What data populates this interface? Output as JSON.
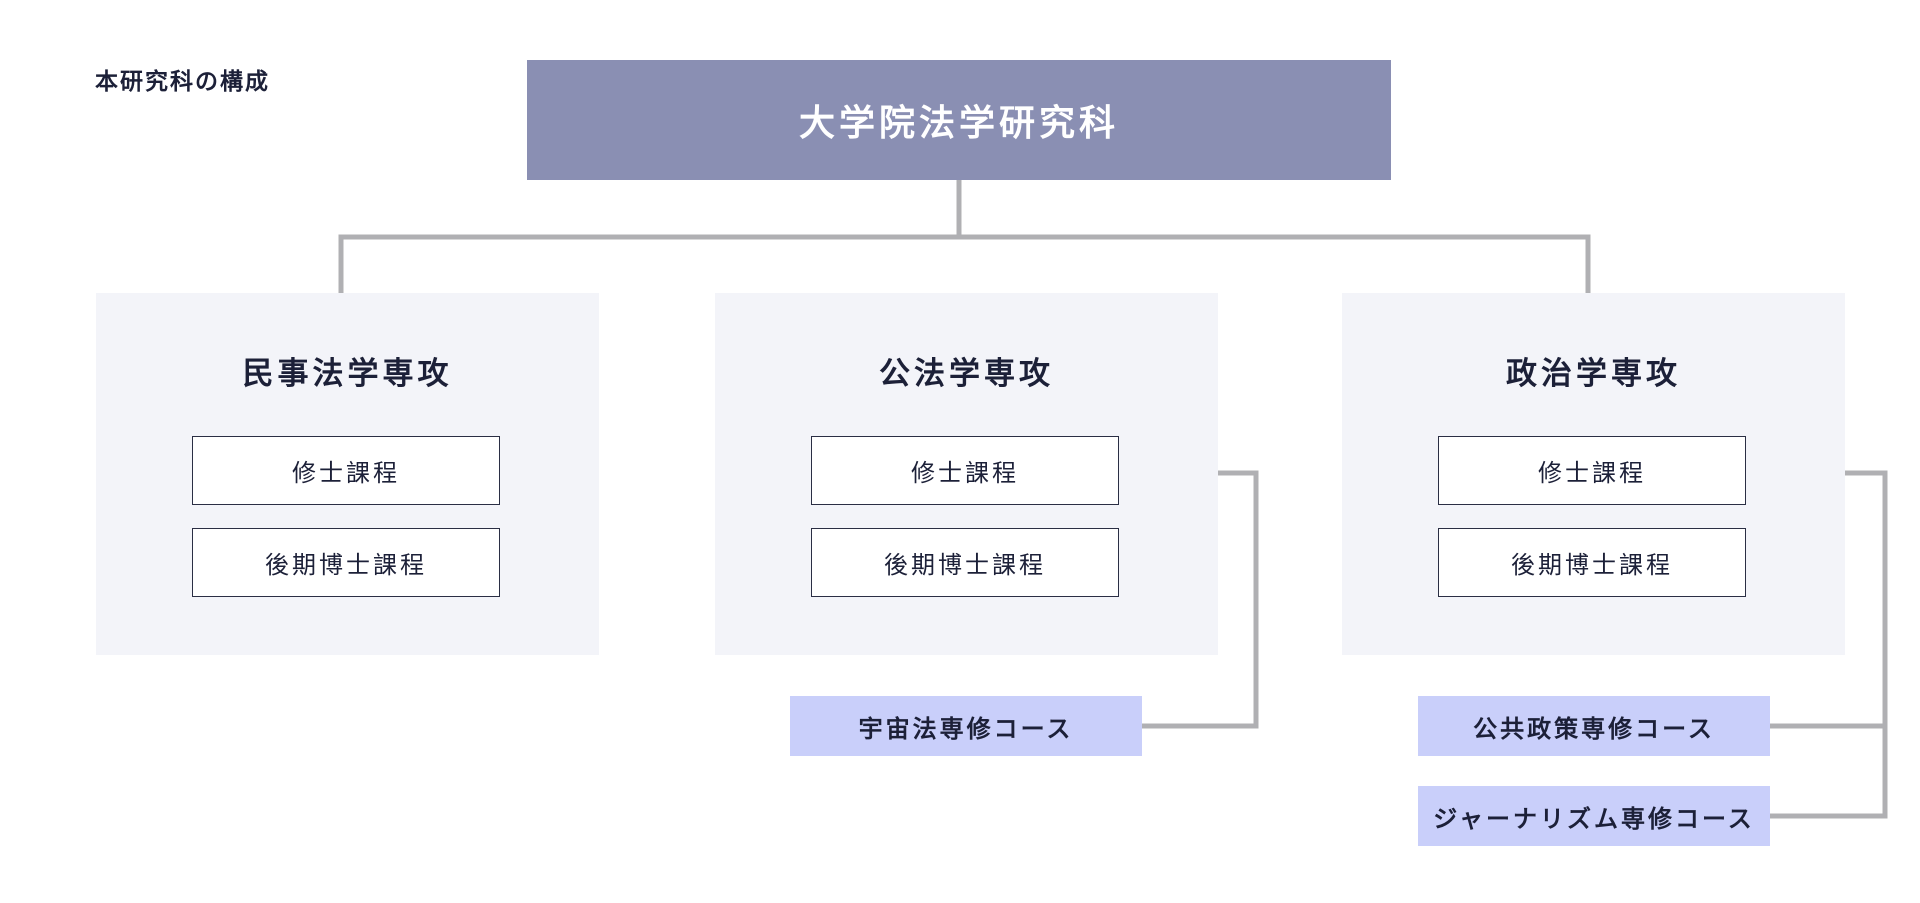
{
  "section_label": "本研究科の構成",
  "root": {
    "label": "大学院法学研究科"
  },
  "majors": [
    {
      "name": "民事法学専攻",
      "programs": [
        "修士課程",
        "後期博士課程"
      ]
    },
    {
      "name": "公法学専攻",
      "programs": [
        "修士課程",
        "後期博士課程"
      ]
    },
    {
      "name": "政治学専攻",
      "programs": [
        "修士課程",
        "後期博士課程"
      ]
    }
  ],
  "courses": [
    "宇宙法専修コース",
    "公共政策専修コース",
    "ジャーナリズム専修コース"
  ],
  "colors": {
    "root_fill": "#8a8fb3",
    "panel_fill": "#f3f4f9",
    "course_fill": "#c9cffa",
    "connector": "#b0b0b3",
    "text": "#1c2038"
  }
}
